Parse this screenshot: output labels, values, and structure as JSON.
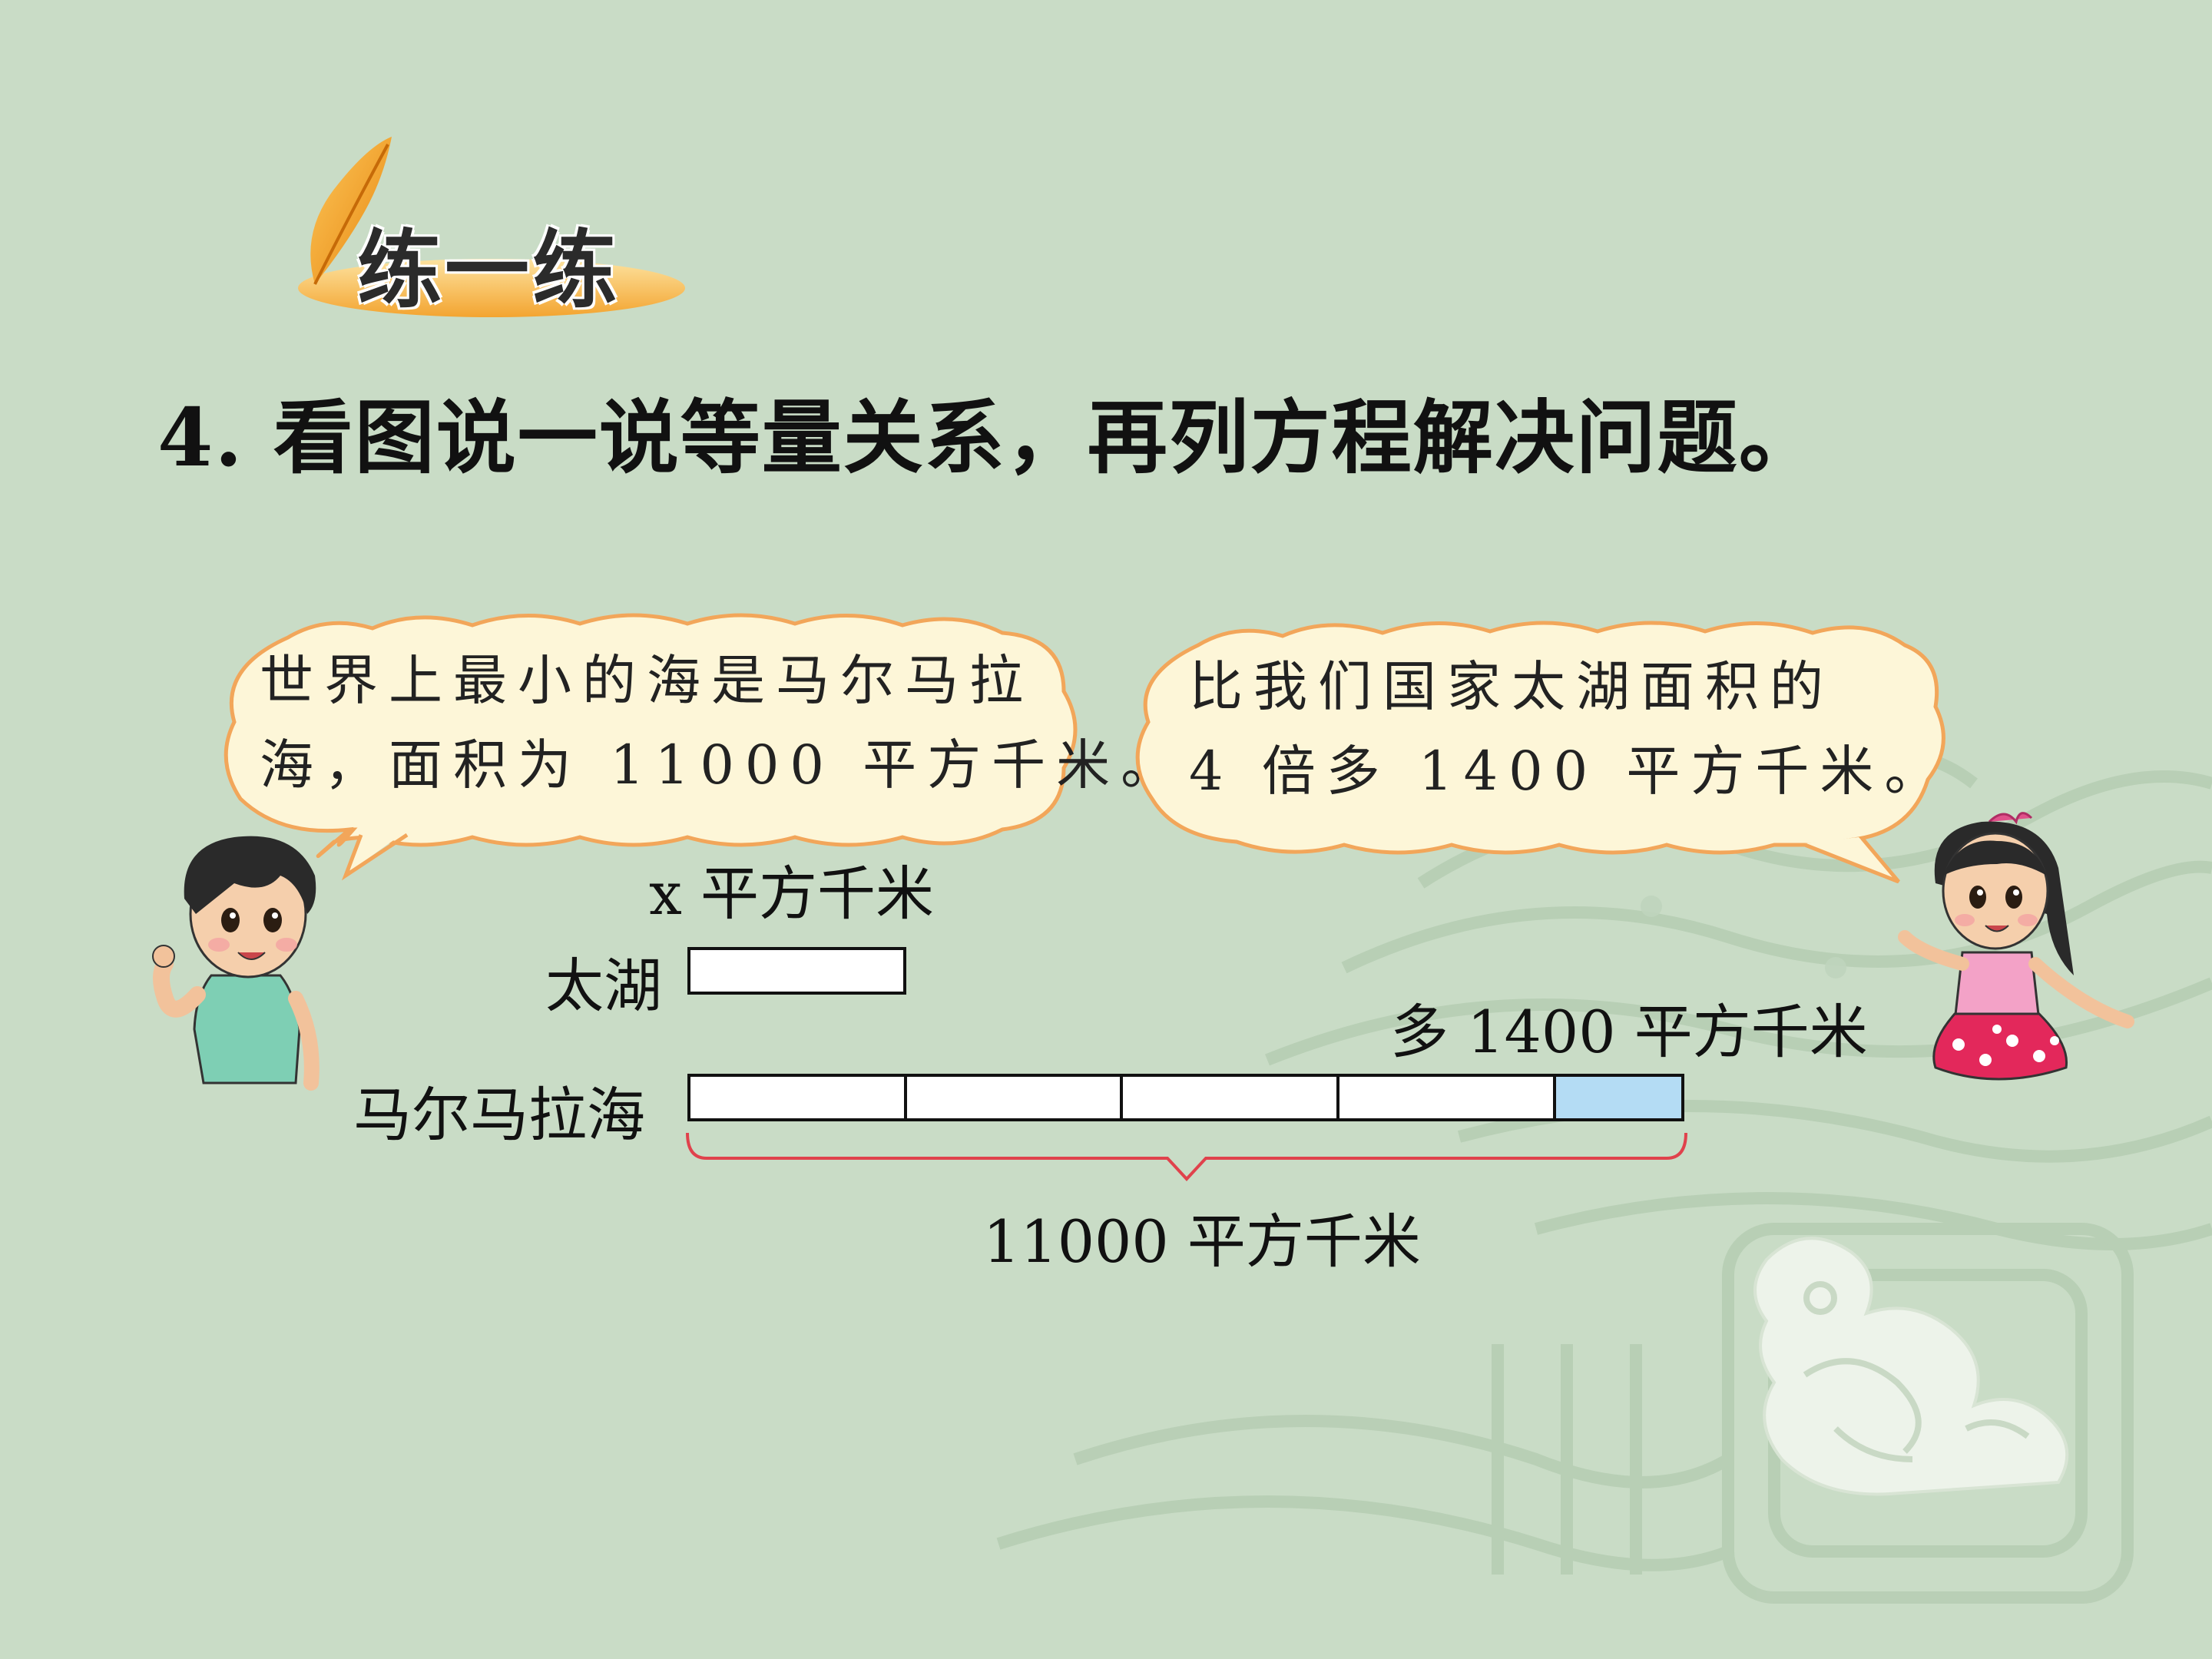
{
  "header": {
    "badge_label": "练一练"
  },
  "question": {
    "text": "4. 看图说一说等量关系，再列方程解决问题。"
  },
  "bubbles": {
    "boy_line1": "世界上最小的海是马尔马拉",
    "boy_line2": "海，面积为 11000 平方千米。",
    "girl_line1": "比我们国家太湖面积的",
    "girl_line2": "4 倍多 1400 平方千米。"
  },
  "diagram": {
    "top_label": "x 平方千米",
    "taihu_label": "太湖",
    "marmara_label": "马尔马拉海",
    "extra_label": "多 1400 平方千米",
    "total_label": "11000 平方千米",
    "taihu_units": 1,
    "marmara_units": 4,
    "extra_fraction": 0.58,
    "extra_color": "#b4dcf4",
    "brace_color": "#e0424c"
  },
  "colors": {
    "background": "#c9dcc6",
    "badge_orange": "#f5a623",
    "bubble_fill": "#fdf6d8",
    "bubble_stroke": "#f2a65a"
  }
}
